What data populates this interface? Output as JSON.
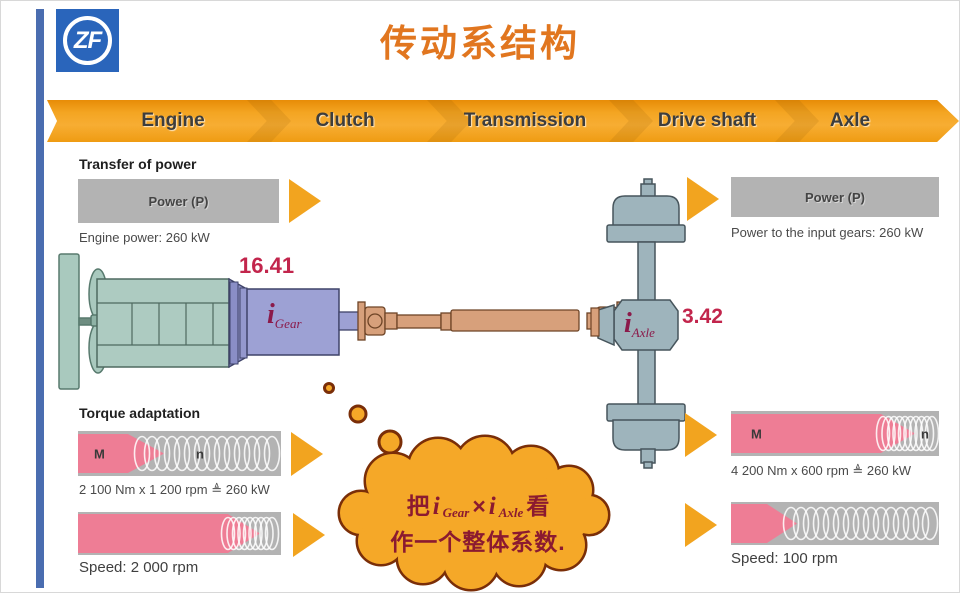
{
  "title": "传动系结构",
  "logo": "ZF",
  "banner": {
    "items": [
      "Engine",
      "Clutch",
      "Transmission",
      "Drive shaft",
      "Axle"
    ]
  },
  "power_left": {
    "heading": "Transfer of power",
    "box_label": "Power (P)",
    "caption": "Engine power: 260 kW"
  },
  "power_right": {
    "box_label": "Power (P)",
    "caption": "Power to the input gears: 260 kW"
  },
  "torque_left": {
    "heading": "Torque adaptation",
    "m": "M",
    "n": "n",
    "caption": "2 100 Nm x 1 200 rpm ≜ 260 kW",
    "speed_caption": "Speed: 2 000 rpm"
  },
  "torque_right": {
    "m": "M",
    "n": "n",
    "caption": "4 200 Nm x 600 rpm ≜ 260 kW",
    "speed_caption": "Speed: 100 rpm"
  },
  "drivetrain": {
    "gear_ratio": "16.41",
    "gear_i": "i",
    "gear_sub": "Gear",
    "axle_ratio": "3.42",
    "axle_i": "i",
    "axle_sub": "Axle"
  },
  "cloud": {
    "t1": "把",
    "i1": "i",
    "s1": "Gear",
    "times": "×",
    "i2": "i",
    "s2": "Axle",
    "t2": "看",
    "line2": "作一个整体系数."
  },
  "colors": {
    "accent_orange": "#f2a41f",
    "banner_orange": "#f4a522",
    "pink": "#ee7d95",
    "box_gray": "#b3b3b3",
    "zf_blue": "#2a65bb",
    "rail_blue": "#4a6db0",
    "ratio_red": "#c2254c",
    "label_magenta": "#8b1a4a",
    "cloud_fill": "#f5a828",
    "cloud_outline": "#7a2e08"
  }
}
